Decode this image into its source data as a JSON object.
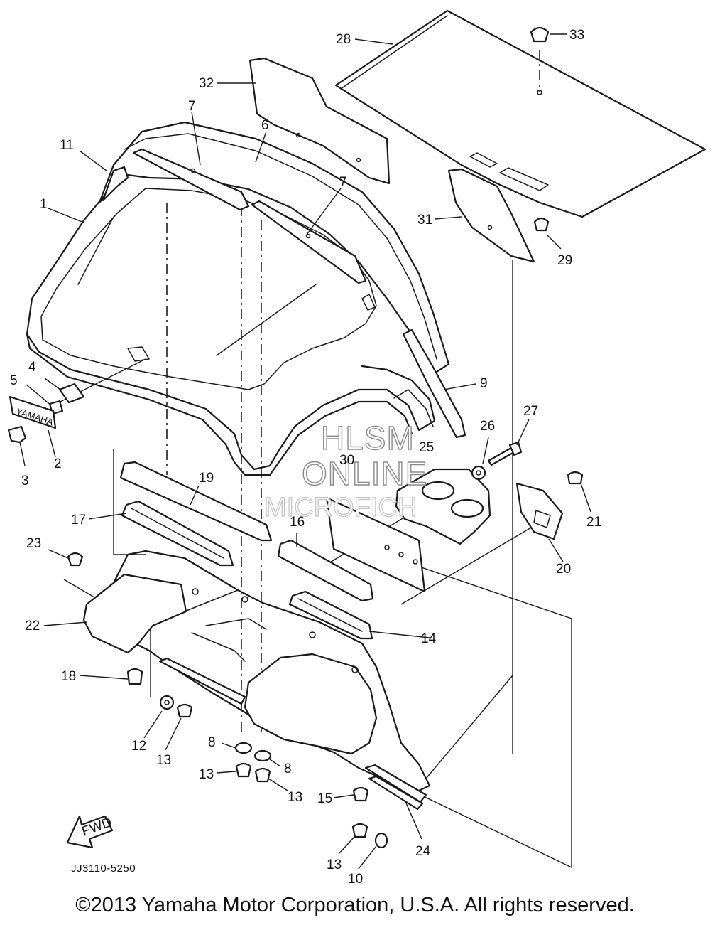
{
  "diagram": {
    "callouts": {
      "c1": "1",
      "c2": "2",
      "c3": "3",
      "c4": "4",
      "c5": "5",
      "c6": "6",
      "c7a": "7",
      "c7b": "7",
      "c8a": "8",
      "c8b": "8",
      "c9": "9",
      "c10": "10",
      "c11": "11",
      "c12": "12",
      "c13a": "13",
      "c13b": "13",
      "c13c": "13",
      "c13d": "13",
      "c14": "14",
      "c15": "15",
      "c16": "16",
      "c17": "17",
      "c18": "18",
      "c19": "19",
      "c20": "20",
      "c21": "21",
      "c22": "22",
      "c23": "23",
      "c24": "24",
      "c25": "25",
      "c26": "26",
      "c27": "27",
      "c28": "28",
      "c29": "29",
      "c30": "30",
      "c31": "31",
      "c32": "32",
      "c33": "33"
    },
    "fwd_label": "FWD",
    "diagram_code": "JJ3110-5250",
    "watermark": {
      "line1": "HLSM",
      "line2": "ONLINE",
      "line3": "MICROFICH"
    }
  },
  "footer": {
    "copyright": "©2013 Yamaha Motor Corporation, U.S.A. All rights reserved."
  }
}
